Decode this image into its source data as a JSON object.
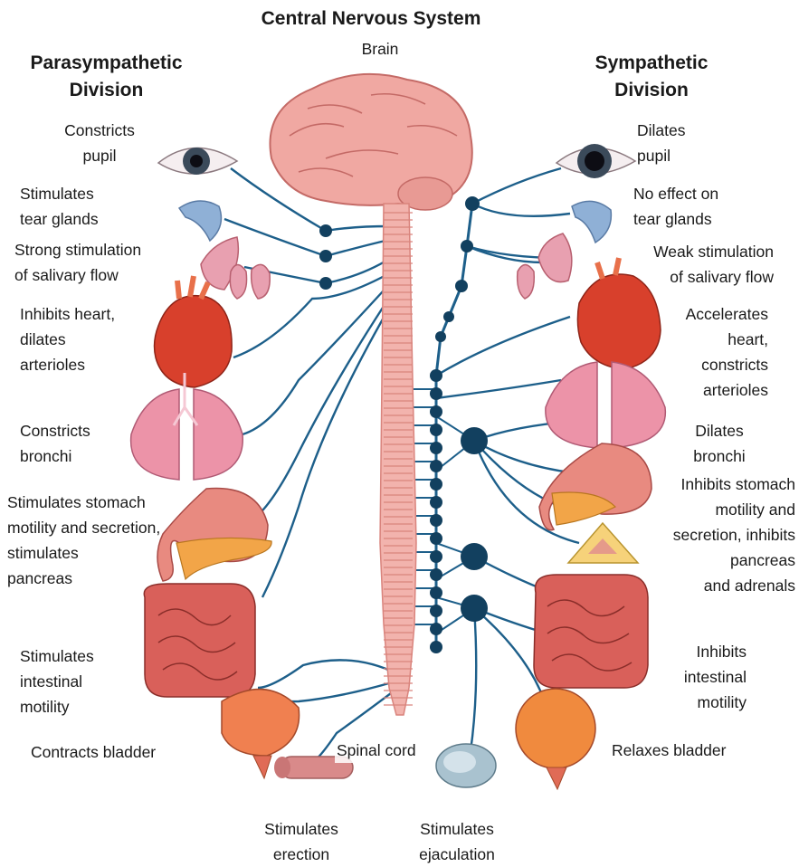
{
  "title": "Central Nervous System",
  "brain_label": "Brain",
  "spinal_cord_label": "Spinal cord",
  "parasympathetic": {
    "heading": "Parasympathetic\nDivision",
    "effects": [
      "Constricts\npupil",
      "Stimulates\ntear glands",
      "Strong stimulation\nof salivary flow",
      "Inhibits heart,\ndilates\narterioles",
      "Constricts\nbronchi",
      "Stimulates stomach\nmotility and secretion,\nstimulates\npancreas",
      "Stimulates\nintestinal\nmotility",
      "Contracts bladder",
      "Stimulates\nerection"
    ]
  },
  "sympathetic": {
    "heading": "Sympathetic\nDivision",
    "effects": [
      "Dilates\npupil",
      "No effect on\ntear glands",
      "Weak stimulation\nof salivary flow",
      "Accelerates\nheart,\nconstricts\narterioles",
      "Dilates\nbronchi",
      "Inhibits stomach\nmotility and\nsecretion, inhibits\npancreas\nand adrenals",
      "Inhibits\nintestinal\nmotility",
      "Relaxes bladder",
      "Stimulates\nejaculation"
    ]
  },
  "colors": {
    "nerve": "#1d5f8a",
    "ganglion": "#12405f",
    "cord": "#f2b3ad",
    "cord_stripe": "#d9847d",
    "brain": "#f0a8a2",
    "heart": "#d8402c",
    "lung": "#ec93a8",
    "stomach": "#e88a80",
    "intestine": "#d9605a",
    "bladder": "#f08050",
    "eye_iris": "#2b3a48",
    "tear_gland": "#8fb0d6"
  }
}
